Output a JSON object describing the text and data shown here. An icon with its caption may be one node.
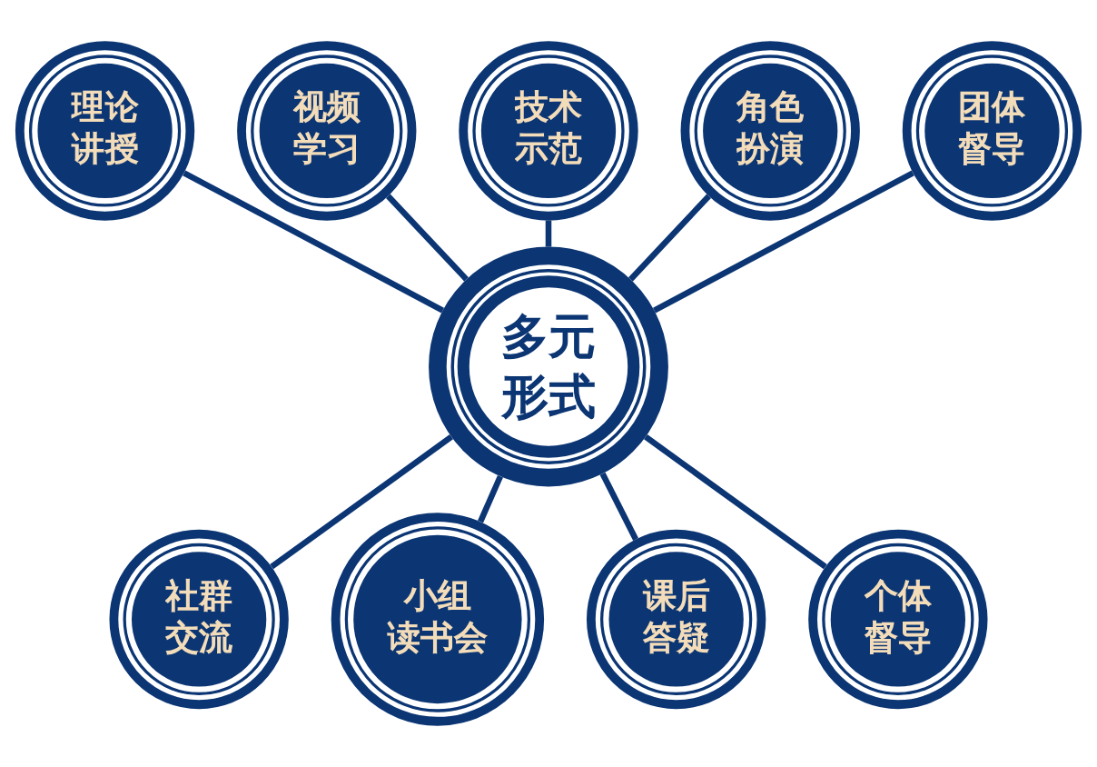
{
  "diagram": {
    "nodes": [
      {
        "text": [
          "多元形式"
        ]
      },
      {
        "text": [
          "理论讲授"
        ]
      },
      {
        "text": [
          "视频学习"
        ]
      },
      {
        "text": [
          "技术示范"
        ]
      },
      {
        "text": [
          "角色扮演"
        ]
      },
      {
        "text": [
          "团体督导"
        ]
      },
      {
        "text": [
          "社群交流"
        ]
      },
      {
        "text": [
          "小组读书会"
        ]
      },
      {
        "text": [
          "课后答疑"
        ]
      },
      {
        "text": [
          "个体督导"
        ]
      }
    ],
    "edges": [
      {
        "from": 1,
        "to": 0,
        "arrow": "none"
      },
      {
        "from": 2,
        "to": 0,
        "arrow": "none"
      },
      {
        "from": 3,
        "to": 0,
        "arrow": "none"
      },
      {
        "from": 4,
        "to": 0,
        "arrow": "none"
      },
      {
        "from": 5,
        "to": 0,
        "arrow": "none"
      },
      {
        "from": 0,
        "to": 6,
        "arrow": "none"
      },
      {
        "from": 0,
        "to": 7,
        "arrow": "none"
      },
      {
        "from": 0,
        "to": 8,
        "arrow": "none"
      },
      {
        "from": 0,
        "to": 9,
        "arrow": "none"
      }
    ]
  }
}
